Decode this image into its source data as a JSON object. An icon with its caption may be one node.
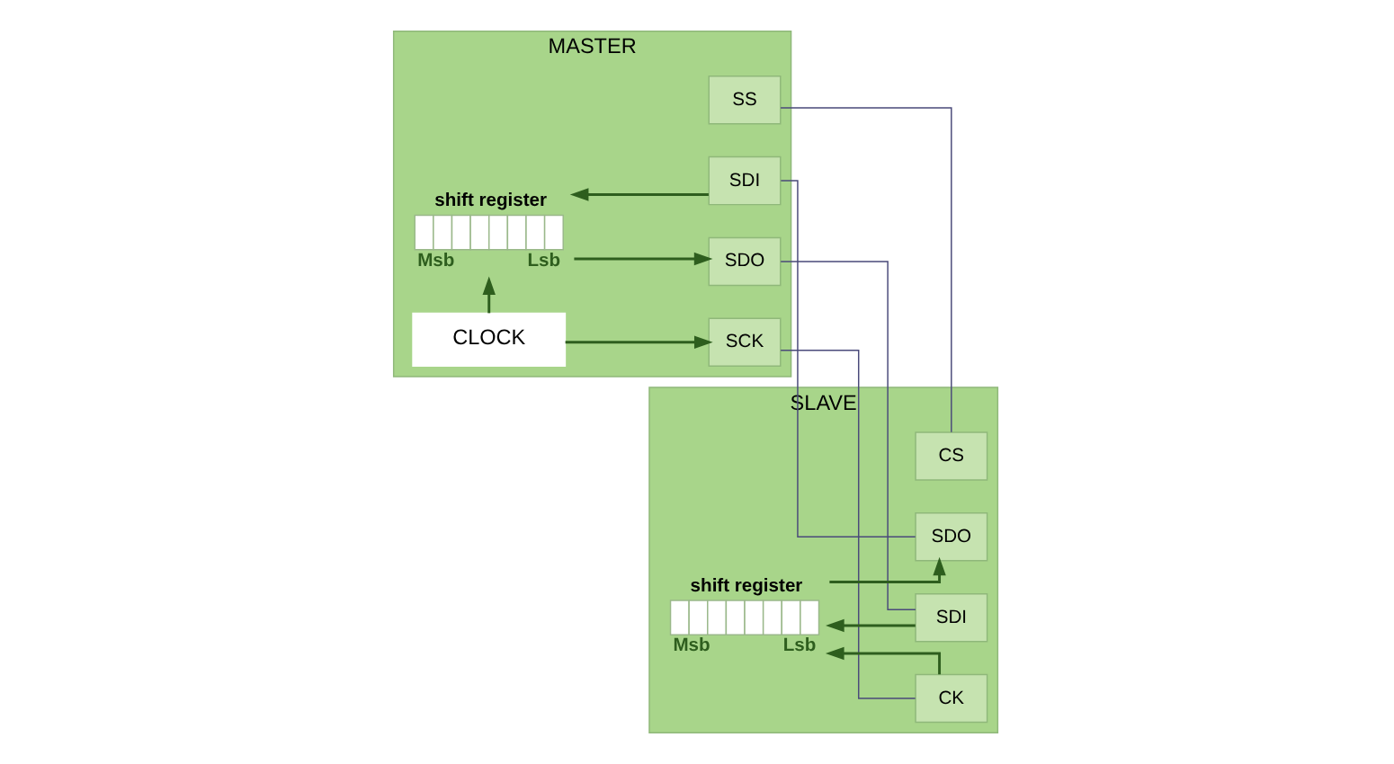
{
  "diagram": {
    "nodes": [
      {
        "text": [
          "MASTER"
        ]
      },
      {
        "text": [
          "shift register"
        ],
        "beside": [
          "Msb",
          "Lsb"
        ],
        "in": 0
      },
      {
        "text": [
          "SDI"
        ],
        "in": 0
      },
      {
        "text": [
          "SDO"
        ],
        "in": 0
      },
      {
        "text": [
          "SCK"
        ],
        "in": 0
      },
      {
        "text": [
          "SS"
        ],
        "in": 0
      },
      {
        "text": [
          "CLOCK"
        ],
        "in": 0
      },
      {
        "text": [
          "SLAVE"
        ]
      },
      {
        "text": [
          "shift register"
        ],
        "beside": [
          "Msb",
          "Lsb"
        ],
        "in": 7
      },
      {
        "text": [
          "SDO"
        ],
        "in": 7
      },
      {
        "text": [
          "SDI"
        ],
        "in": 7
      },
      {
        "text": [
          "CK"
        ],
        "in": 7
      },
      {
        "text": [
          "CS"
        ],
        "in": 7
      }
    ],
    "edges": [
      {
        "from": 2,
        "to": 1,
        "arrow": "to"
      },
      {
        "from": 1,
        "to": 3,
        "arrow": "to"
      },
      {
        "from": 6,
        "to": 1,
        "arrow": "to"
      },
      {
        "from": 6,
        "to": 4,
        "arrow": "to"
      },
      {
        "from": 2,
        "to": 9,
        "arrow": "none",
        "color": "#4a4a7a"
      },
      {
        "from": 3,
        "to": 10,
        "arrow": "none",
        "color": "#4a4a7a"
      },
      {
        "from": 4,
        "to": 11,
        "arrow": "none",
        "color": "#4a4a7a"
      },
      {
        "from": 5,
        "to": 12,
        "arrow": "none",
        "color": "#4a4a7a"
      },
      {
        "from": 8,
        "to": 9,
        "arrow": "to"
      },
      {
        "from": 10,
        "to": 8,
        "arrow": "to"
      },
      {
        "from": 11,
        "to": 8,
        "arrow": "to"
      }
    ]
  }
}
